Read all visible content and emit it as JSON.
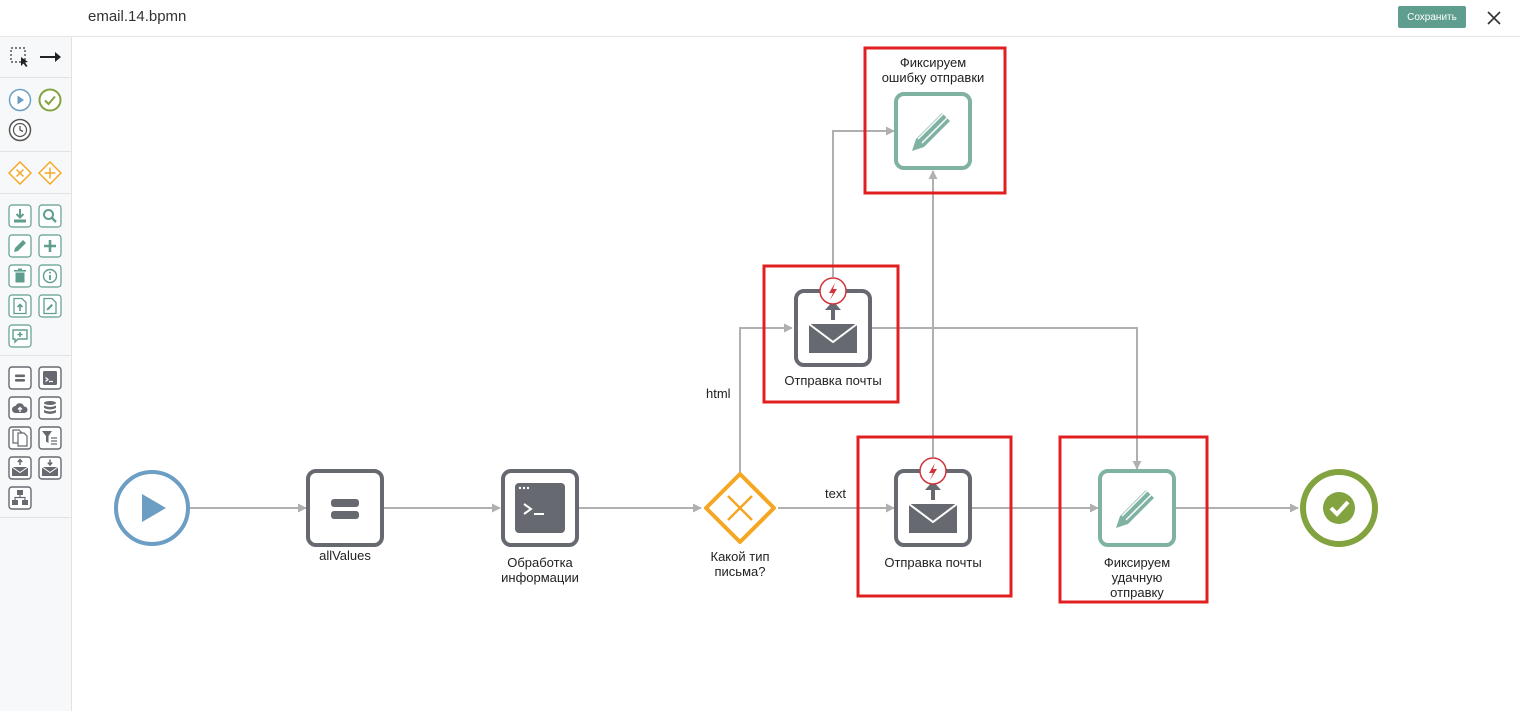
{
  "header": {
    "file_name": "email.14.bpmn",
    "save_label": "Сохранить",
    "close_icon": "close-icon"
  },
  "colors": {
    "accent": "#5f9e8f",
    "start": "#6b9ec2",
    "end": "#82a33f",
    "gateway": "#f5a623",
    "task": "#666a70",
    "highlight": "#e02020",
    "error": "#d0343a"
  },
  "palette": {
    "groups": [
      [
        "lasso-tool-icon",
        "connect-arrow-icon"
      ],
      [
        "start-event-icon",
        "end-event-icon",
        "timer-event-icon"
      ],
      [
        "exclusive-gateway-icon",
        "parallel-gateway-icon"
      ],
      [
        "download-task-icon",
        "search-task-icon",
        "edit-task-icon",
        "add-task-icon",
        "delete-task-icon",
        "info-task-icon",
        "import-task-icon",
        "export-task-icon",
        "comment-task-icon"
      ],
      [
        "assign-task-icon",
        "script-task-icon",
        "cloud-task-icon",
        "database-task-icon",
        "document-task-icon",
        "filter-task-icon",
        "send-mail-task-icon",
        "receive-mail-task-icon",
        "subprocess-task-icon"
      ]
    ]
  },
  "diagram": {
    "nodes": {
      "assign": "allValues",
      "script": "Обработка\nинформации",
      "gateway": "Какой тип\nписьма?",
      "send_html": "Отправка почты",
      "send_text": "Отправка почты",
      "log_error": "Фиксируем\nошибку отправки",
      "log_success": "Фиксируем\nудачную\nотправку"
    },
    "flows": {
      "html": "html",
      "text": "text"
    }
  }
}
